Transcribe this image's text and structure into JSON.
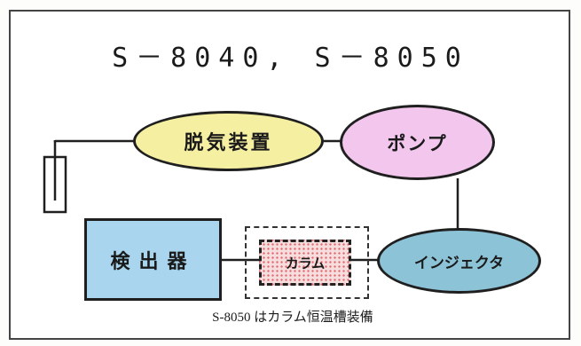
{
  "diagram": {
    "title": "S－8040, S－8050",
    "nodes": {
      "degasser": "脱気装置",
      "pump": "ポンプ",
      "injector": "インジェクタ",
      "column": "カラム",
      "detector": "検出器"
    },
    "caption": "S-8050 はカラム恒温槽装備",
    "colors": {
      "degasser": "#f5efa2",
      "pump": "#f3c6ee",
      "injector": "#8cc3d7",
      "detector": "#a9d6ee",
      "column_dots": "#e0686f"
    },
    "flow": [
      "solvent-bottle",
      "degasser",
      "pump",
      "injector",
      "column",
      "detector"
    ]
  }
}
